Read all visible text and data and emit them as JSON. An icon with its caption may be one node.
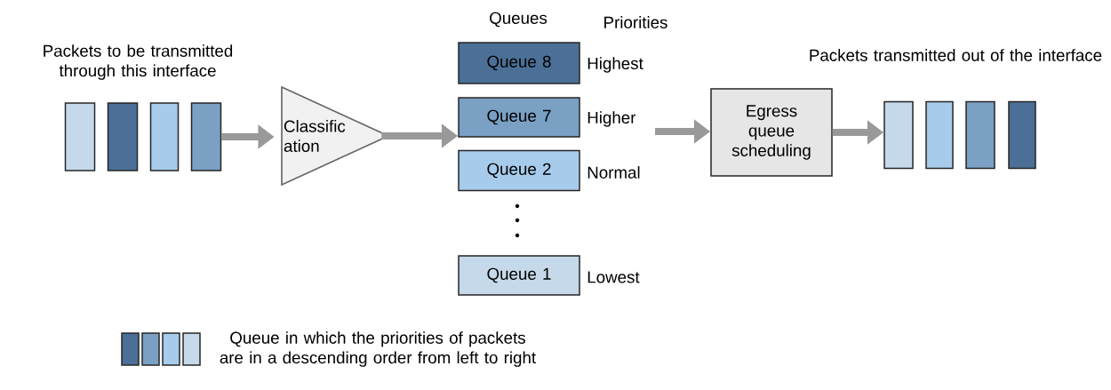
{
  "diagram": {
    "nodes": [
      {
        "text": [],
        "shape": "bar"
      },
      {
        "text": [],
        "shape": "bar"
      },
      {
        "text": [],
        "shape": "bar"
      },
      {
        "text": [],
        "shape": "bar"
      },
      {
        "text": [
          "Classific ation"
        ]
      },
      {
        "text": [
          "Queue 8"
        ],
        "beside": [
          "Highest"
        ]
      },
      {
        "text": [
          "Queue 7"
        ],
        "beside": [
          "Higher"
        ]
      },
      {
        "text": [
          "Queue 2"
        ],
        "beside": [
          "Normal"
        ]
      },
      {
        "text": [
          "Queue 1"
        ],
        "beside": [
          "Lowest"
        ]
      },
      {
        "text": [
          "Egress queue scheduling"
        ]
      },
      {
        "text": [],
        "shape": "bar"
      },
      {
        "text": [],
        "shape": "bar"
      },
      {
        "text": [],
        "shape": "bar"
      },
      {
        "text": [],
        "shape": "bar"
      }
    ],
    "edges": [
      {
        "from": 3,
        "to": 4,
        "arrow": "to"
      },
      {
        "from": 4,
        "to": 6,
        "arrow": "to"
      },
      {
        "from": null,
        "to": 9,
        "arrow": "to"
      },
      {
        "from": 9,
        "to": 10,
        "arrow": "to"
      }
    ],
    "labels": [
      "Packets to be transmitted through this interface",
      "Queues",
      "Priorities",
      "Packets transmitted out of the interface"
    ],
    "legend": [
      {
        "text": "Queue in which the priorities of packets are in a descending order from left to right"
      }
    ]
  }
}
